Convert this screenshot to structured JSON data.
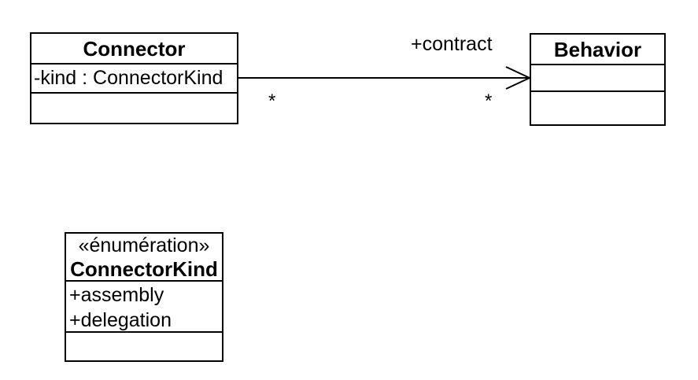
{
  "classes": {
    "connector": {
      "title": "Connector",
      "attribute": "-kind : ConnectorKind"
    },
    "behavior": {
      "title": "Behavior"
    }
  },
  "association": {
    "label": "+contract",
    "source_multiplicity": "*",
    "target_multiplicity": "*"
  },
  "enumeration": {
    "stereotype": "«énumération»",
    "title": "ConnectorKind",
    "literals": [
      "+assembly",
      "+delegation"
    ]
  },
  "colors": {
    "line": "#000000",
    "background": "#ffffff",
    "text": "#000000"
  }
}
